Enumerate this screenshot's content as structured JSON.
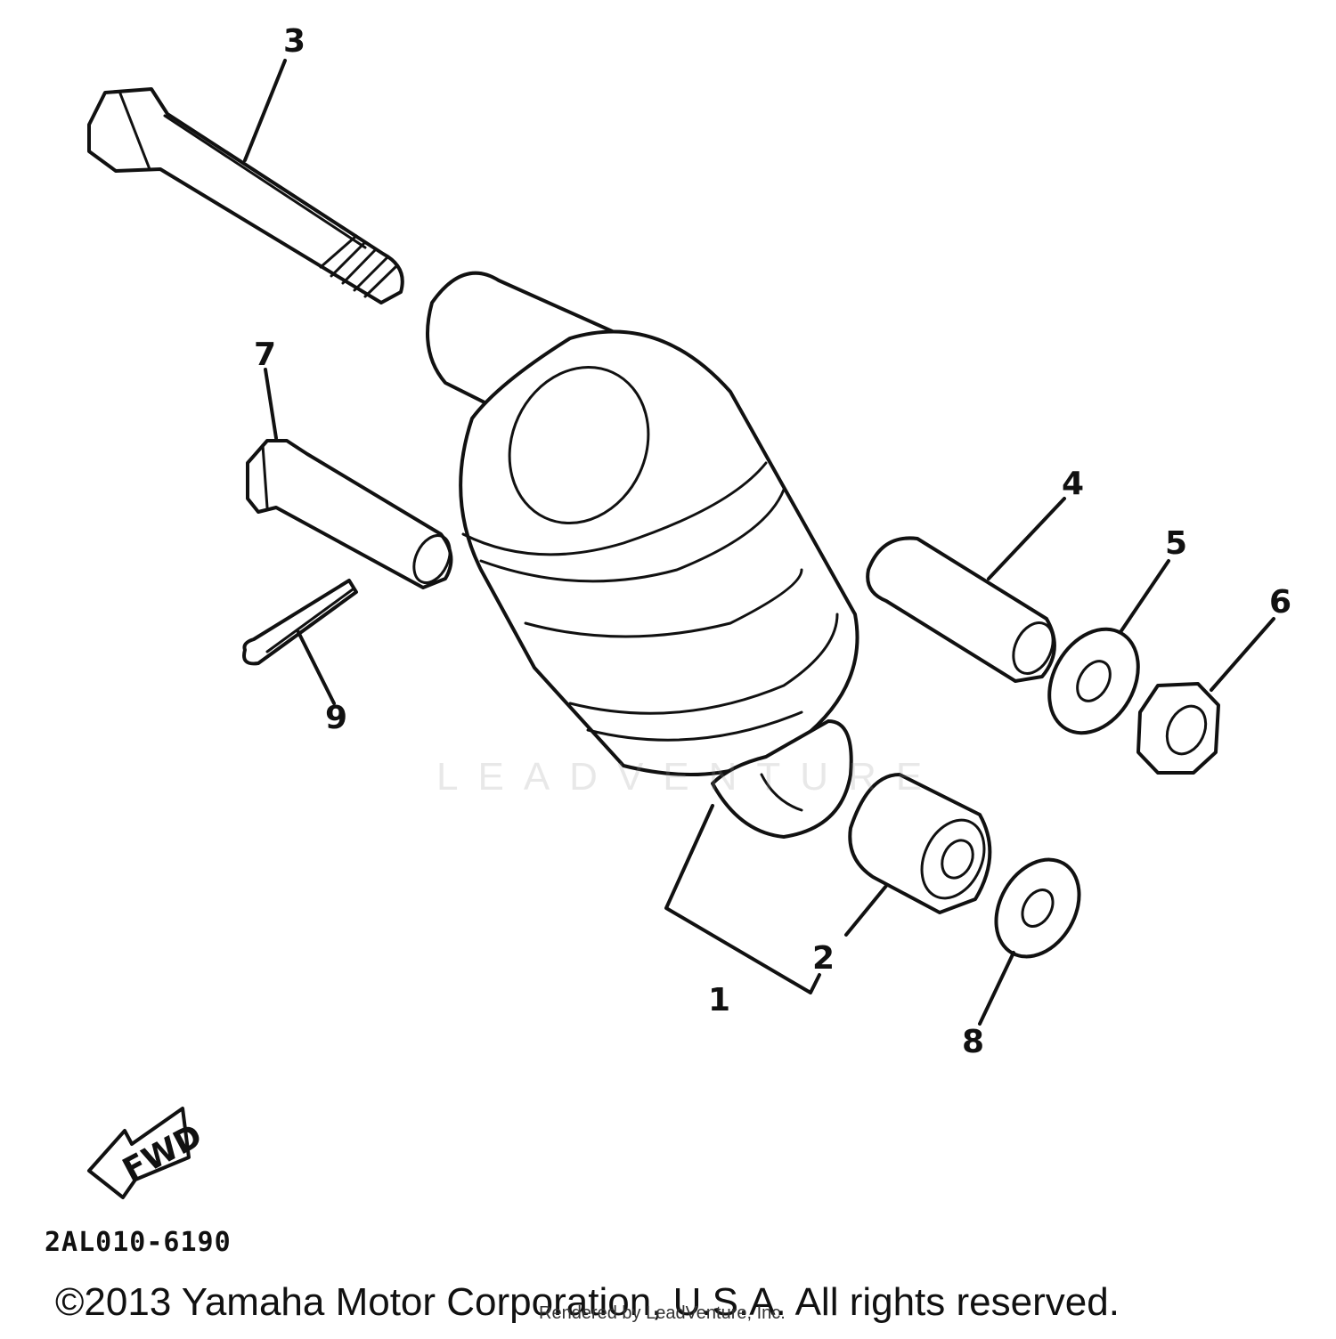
{
  "callouts": [
    "1",
    "2",
    "3",
    "4",
    "5",
    "6",
    "7",
    "8",
    "9"
  ],
  "direction_label": "FWD",
  "diagram_code": "2AL010-6190",
  "watermark": "LEADVENTURE",
  "footer": {
    "copyright": "©2013 Yamaha Motor Corporation, U.S.A. All rights reserved.",
    "render_credit": "Rendered by LeadVenture, Inc."
  }
}
